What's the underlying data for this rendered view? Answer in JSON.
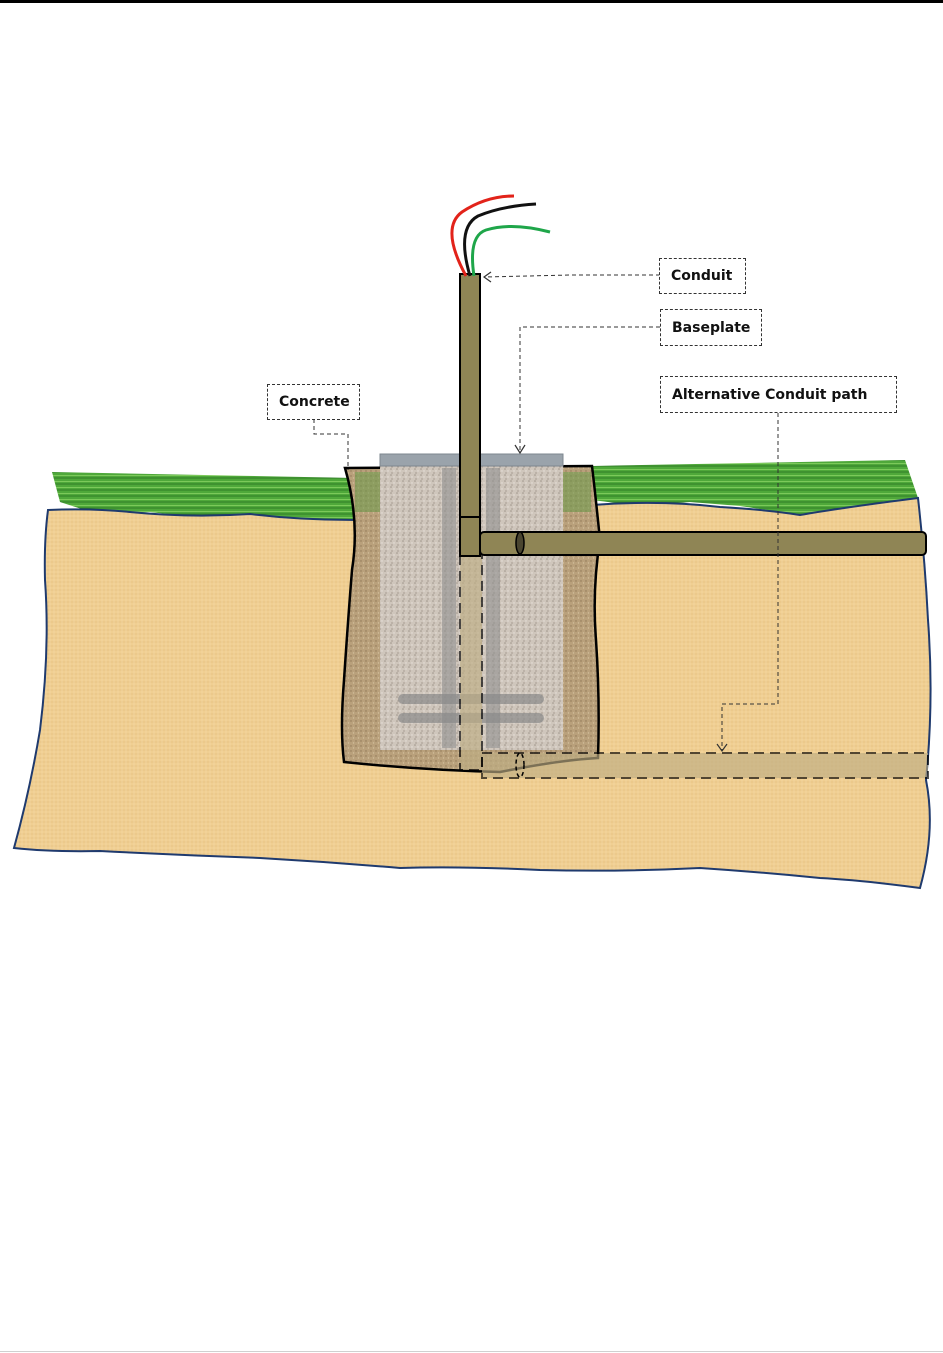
{
  "labels": {
    "conduit": "Conduit",
    "baseplate": "Baseplate",
    "concrete": "Concrete",
    "alternative_conduit_path": "Alternative Conduit path"
  },
  "colors": {
    "grass": "#4fa83a",
    "soil": "#f0cf92",
    "soil_edge": "#1f3a6e",
    "concrete": "#cfc6bc",
    "backfill": "#bfa581",
    "conduit": "#8f8555",
    "baseplate": "#9aa3ab",
    "wire_red": "#e2231a",
    "wire_black": "#111111",
    "wire_green": "#1fa64a"
  },
  "icons": {
    "wires": "electrical-wires",
    "conduit": "conduit-pipe",
    "baseplate": "baseplate",
    "concrete": "concrete-footing"
  }
}
